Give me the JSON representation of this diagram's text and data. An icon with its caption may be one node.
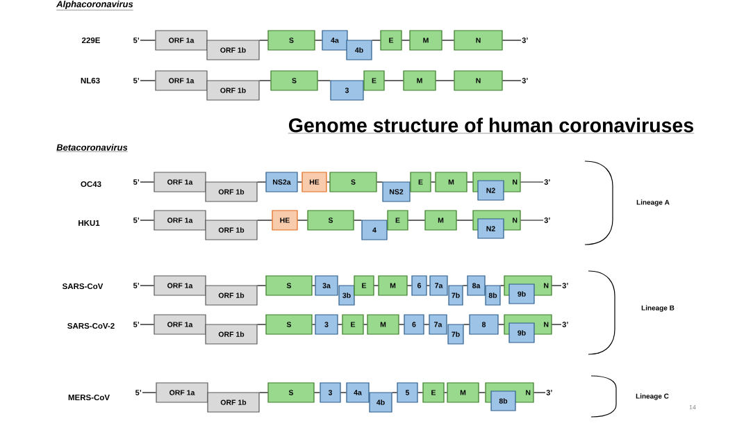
{
  "diagram": {
    "title": "Genome structure of human coronaviruses",
    "nodes": [
      {
        "text": [
          "5’"
        ]
      },
      {
        "text": [
          "ORF 1a"
        ]
      },
      {
        "text": [
          "ORF 1b"
        ]
      },
      {
        "text": [
          "S"
        ]
      },
      {
        "text": [
          "4a"
        ]
      },
      {
        "text": [
          "4b"
        ]
      },
      {
        "text": [
          "E"
        ]
      },
      {
        "text": [
          "M"
        ]
      },
      {
        "text": [
          "N"
        ]
      },
      {
        "text": [
          "3’"
        ]
      },
      {
        "text": [
          "5’"
        ]
      },
      {
        "text": [
          "ORF 1a"
        ]
      },
      {
        "text": [
          "ORF 1b"
        ]
      },
      {
        "text": [
          "S"
        ]
      },
      {
        "text": [
          "3"
        ]
      },
      {
        "text": [
          "E"
        ]
      },
      {
        "text": [
          "M"
        ]
      },
      {
        "text": [
          "N"
        ]
      },
      {
        "text": [
          "3’"
        ]
      },
      {
        "text": [
          "5’"
        ]
      },
      {
        "text": [
          "ORF 1a"
        ]
      },
      {
        "text": [
          "ORF 1b"
        ]
      },
      {
        "text": [
          "NS2a"
        ]
      },
      {
        "text": [
          "HE"
        ]
      },
      {
        "text": [
          "S"
        ]
      },
      {
        "text": [
          "NS2"
        ]
      },
      {
        "text": [
          "E"
        ]
      },
      {
        "text": [
          "M"
        ]
      },
      {
        "text": [
          "N"
        ]
      },
      {
        "text": [
          "N2"
        ]
      },
      {
        "text": [
          "3’"
        ]
      },
      {
        "text": [
          "5’"
        ]
      },
      {
        "text": [
          "ORF 1a"
        ]
      },
      {
        "text": [
          "ORF 1b"
        ]
      },
      {
        "text": [
          "HE"
        ]
      },
      {
        "text": [
          "S"
        ]
      },
      {
        "text": [
          "4"
        ]
      },
      {
        "text": [
          "E"
        ]
      },
      {
        "text": [
          "M"
        ]
      },
      {
        "text": [
          "N"
        ]
      },
      {
        "text": [
          "N2"
        ]
      },
      {
        "text": [
          "3’"
        ]
      },
      {
        "text": [
          "5’"
        ]
      },
      {
        "text": [
          "ORF 1a"
        ]
      },
      {
        "text": [
          "ORF 1b"
        ]
      },
      {
        "text": [
          "S"
        ]
      },
      {
        "text": [
          "3a"
        ]
      },
      {
        "text": [
          "3b"
        ]
      },
      {
        "text": [
          "E"
        ]
      },
      {
        "text": [
          "M"
        ]
      },
      {
        "text": [
          "6"
        ]
      },
      {
        "text": [
          "7a"
        ]
      },
      {
        "text": [
          "7b"
        ]
      },
      {
        "text": [
          "8a"
        ]
      },
      {
        "text": [
          "8b"
        ]
      },
      {
        "text": [
          "N"
        ]
      },
      {
        "text": [
          "9b"
        ]
      },
      {
        "text": [
          "3’"
        ]
      },
      {
        "text": [
          "5’"
        ]
      },
      {
        "text": [
          "ORF 1a"
        ]
      },
      {
        "text": [
          "ORF 1b"
        ]
      },
      {
        "text": [
          "S"
        ]
      },
      {
        "text": [
          "3"
        ]
      },
      {
        "text": [
          "E"
        ]
      },
      {
        "text": [
          "M"
        ]
      },
      {
        "text": [
          "6"
        ]
      },
      {
        "text": [
          "7a"
        ]
      },
      {
        "text": [
          "7b"
        ]
      },
      {
        "text": [
          "8"
        ]
      },
      {
        "text": [
          "N"
        ]
      },
      {
        "text": [
          "9b"
        ]
      },
      {
        "text": [
          "3’"
        ]
      },
      {
        "text": [
          "5’"
        ]
      },
      {
        "text": [
          "ORF 1a"
        ]
      },
      {
        "text": [
          "ORF 1b"
        ]
      },
      {
        "text": [
          "S"
        ]
      },
      {
        "text": [
          "3"
        ]
      },
      {
        "text": [
          "4a"
        ]
      },
      {
        "text": [
          "4b"
        ]
      },
      {
        "text": [
          "5"
        ]
      },
      {
        "text": [
          "E"
        ]
      },
      {
        "text": [
          "M"
        ]
      },
      {
        "text": [
          "N"
        ]
      },
      {
        "text": [
          "8b"
        ]
      },
      {
        "text": [
          "3’"
        ]
      }
    ],
    "edges": [
      {
        "from": 0,
        "to": 1,
        "arrow": "none"
      },
      {
        "from": 2,
        "to": 3,
        "arrow": "none"
      },
      {
        "from": 3,
        "to": 4,
        "arrow": "none"
      },
      {
        "from": 5,
        "to": 6,
        "arrow": "none"
      },
      {
        "from": 6,
        "to": 7,
        "arrow": "none"
      },
      {
        "from": 7,
        "to": 8,
        "arrow": "none"
      },
      {
        "from": 8,
        "to": 9,
        "arrow": "none"
      },
      {
        "from": 10,
        "to": 11,
        "arrow": "none"
      },
      {
        "from": 12,
        "to": 13,
        "arrow": "none"
      },
      {
        "from": 13,
        "to": 14,
        "arrow": "none"
      },
      {
        "from": 15,
        "to": 16,
        "arrow": "none"
      },
      {
        "from": 16,
        "to": 17,
        "arrow": "none"
      },
      {
        "from": 17,
        "to": 18,
        "arrow": "none"
      },
      {
        "from": 19,
        "to": 20,
        "arrow": "none"
      },
      {
        "from": 21,
        "to": 22,
        "arrow": "none"
      },
      {
        "from": 22,
        "to": 23,
        "arrow": "none"
      },
      {
        "from": 23,
        "to": 24,
        "arrow": "none"
      },
      {
        "from": 24,
        "to": 25,
        "arrow": "none"
      },
      {
        "from": 26,
        "to": 27,
        "arrow": "none"
      },
      {
        "from": 27,
        "to": 28,
        "arrow": "none"
      },
      {
        "from": 28,
        "to": 30,
        "arrow": "none"
      },
      {
        "from": 31,
        "to": 32,
        "arrow": "none"
      },
      {
        "from": 33,
        "to": 34,
        "arrow": "none"
      },
      {
        "from": 34,
        "to": 35,
        "arrow": "none"
      },
      {
        "from": 35,
        "to": 36,
        "arrow": "none"
      },
      {
        "from": 37,
        "to": 38,
        "arrow": "none"
      },
      {
        "from": 38,
        "to": 39,
        "arrow": "none"
      },
      {
        "from": 39,
        "to": 41,
        "arrow": "none"
      },
      {
        "from": 42,
        "to": 43,
        "arrow": "none"
      },
      {
        "from": 44,
        "to": 45,
        "arrow": "none"
      },
      {
        "from": 45,
        "to": 46,
        "arrow": "none"
      },
      {
        "from": 48,
        "to": 49,
        "arrow": "none"
      },
      {
        "from": 49,
        "to": 50,
        "arrow": "none"
      },
      {
        "from": 50,
        "to": 51,
        "arrow": "none"
      },
      {
        "from": 52,
        "to": 53,
        "arrow": "none"
      },
      {
        "from": 54,
        "to": 55,
        "arrow": "none"
      },
      {
        "from": 55,
        "to": 57,
        "arrow": "none"
      },
      {
        "from": 58,
        "to": 59,
        "arrow": "none"
      },
      {
        "from": 60,
        "to": 61,
        "arrow": "none"
      },
      {
        "from": 61,
        "to": 62,
        "arrow": "none"
      },
      {
        "from": 62,
        "to": 63,
        "arrow": "none"
      },
      {
        "from": 63,
        "to": 64,
        "arrow": "none"
      },
      {
        "from": 64,
        "to": 65,
        "arrow": "none"
      },
      {
        "from": 65,
        "to": 66,
        "arrow": "none"
      },
      {
        "from": 67,
        "to": 68,
        "arrow": "none"
      },
      {
        "from": 68,
        "to": 69,
        "arrow": "none"
      },
      {
        "from": 69,
        "to": 71,
        "arrow": "none"
      },
      {
        "from": 72,
        "to": 73,
        "arrow": "none"
      },
      {
        "from": 74,
        "to": 75,
        "arrow": "none"
      },
      {
        "from": 75,
        "to": 76,
        "arrow": "none"
      },
      {
        "from": 76,
        "to": 77,
        "arrow": "none"
      },
      {
        "from": 78,
        "to": 79,
        "arrow": "none"
      },
      {
        "from": 79,
        "to": 80,
        "arrow": "none"
      },
      {
        "from": 80,
        "to": 81,
        "arrow": "none"
      },
      {
        "from": 81,
        "to": 82,
        "arrow": "none"
      },
      {
        "from": 82,
        "to": 84,
        "arrow": "none"
      }
    ],
    "labels": [
      "Alphacoronavirus",
      "229E",
      "NL63",
      "Betacoronavirus",
      "OC43",
      "HKU1",
      "Lineage A",
      "SARS-CoV",
      "SARS-CoV-2",
      "Lineage B",
      "MERS-CoV",
      "Lineage C",
      "14"
    ]
  }
}
